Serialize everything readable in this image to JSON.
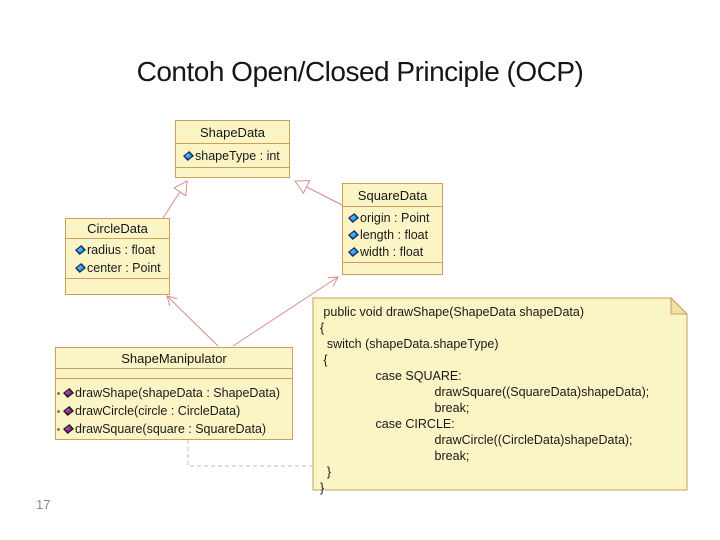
{
  "slide": {
    "title": "Contoh Open/Closed Principle (OCP)",
    "page_number": "17"
  },
  "diagram": {
    "classes": [
      {
        "name": "ShapeData",
        "attributes": [
          "shapeType : int"
        ],
        "methods": []
      },
      {
        "name": "SquareData",
        "attributes": [
          "origin : Point",
          "length : float",
          "width : float"
        ],
        "methods": []
      },
      {
        "name": "CircleData",
        "attributes": [
          "radius : float",
          "center : Point"
        ],
        "methods": []
      },
      {
        "name": "ShapeManipulator",
        "attributes": [],
        "methods": [
          "drawShape(shapeData : ShapeData)",
          "drawCircle(circle : CircleData)",
          "drawSquare(square : SquareData)"
        ]
      }
    ],
    "relationships": [
      {
        "from": "CircleData",
        "to": "ShapeData",
        "type": "generalization"
      },
      {
        "from": "SquareData",
        "to": "ShapeData",
        "type": "generalization"
      },
      {
        "from": "ShapeManipulator",
        "to": "CircleData",
        "type": "association"
      },
      {
        "from": "ShapeManipulator",
        "to": "SquareData",
        "type": "association"
      },
      {
        "from": "ShapeManipulator",
        "to": "code-note",
        "type": "note-anchor-dashed"
      }
    ],
    "code_note": {
      "text": "   public void drawShape(ShapeData shapeData)\n  {\n    switch (shapeData.shapeType)\n   {\n                  case SQUARE:\n                                   drawSquare((SquareData)shapeData);\n                                   break;\n                  case CIRCLE:\n                                   drawCircle((CircleData)shapeData);\n                                   break;\n    }\n  }"
    }
  },
  "icons": {
    "attribute_marker": "cyan-diamond",
    "method_marker": "magenta-diamond",
    "method_bullet": "small-dot",
    "note_corner": "dog-ear-fold",
    "generalization_arrowhead": "hollow-triangle",
    "association_arrowhead": "open-vee"
  },
  "colors": {
    "background": "#ffffff",
    "box_fill": "#fbf5c5",
    "box_border": "#c9a05e",
    "note_flap_fill": "#f1e2a4",
    "connector_pink": "#d98c8c",
    "dashed_pink": "#e5afaf",
    "attribute_icon_fill": "#35b5e5",
    "attribute_icon_outline": "#1b2a6b",
    "method_icon_fill": "#b325b3",
    "method_icon_outline": "#1c1c1c",
    "title_color": "#161616",
    "text_color": "#1a1a1a",
    "page_number_color": "#8a8a8a"
  }
}
